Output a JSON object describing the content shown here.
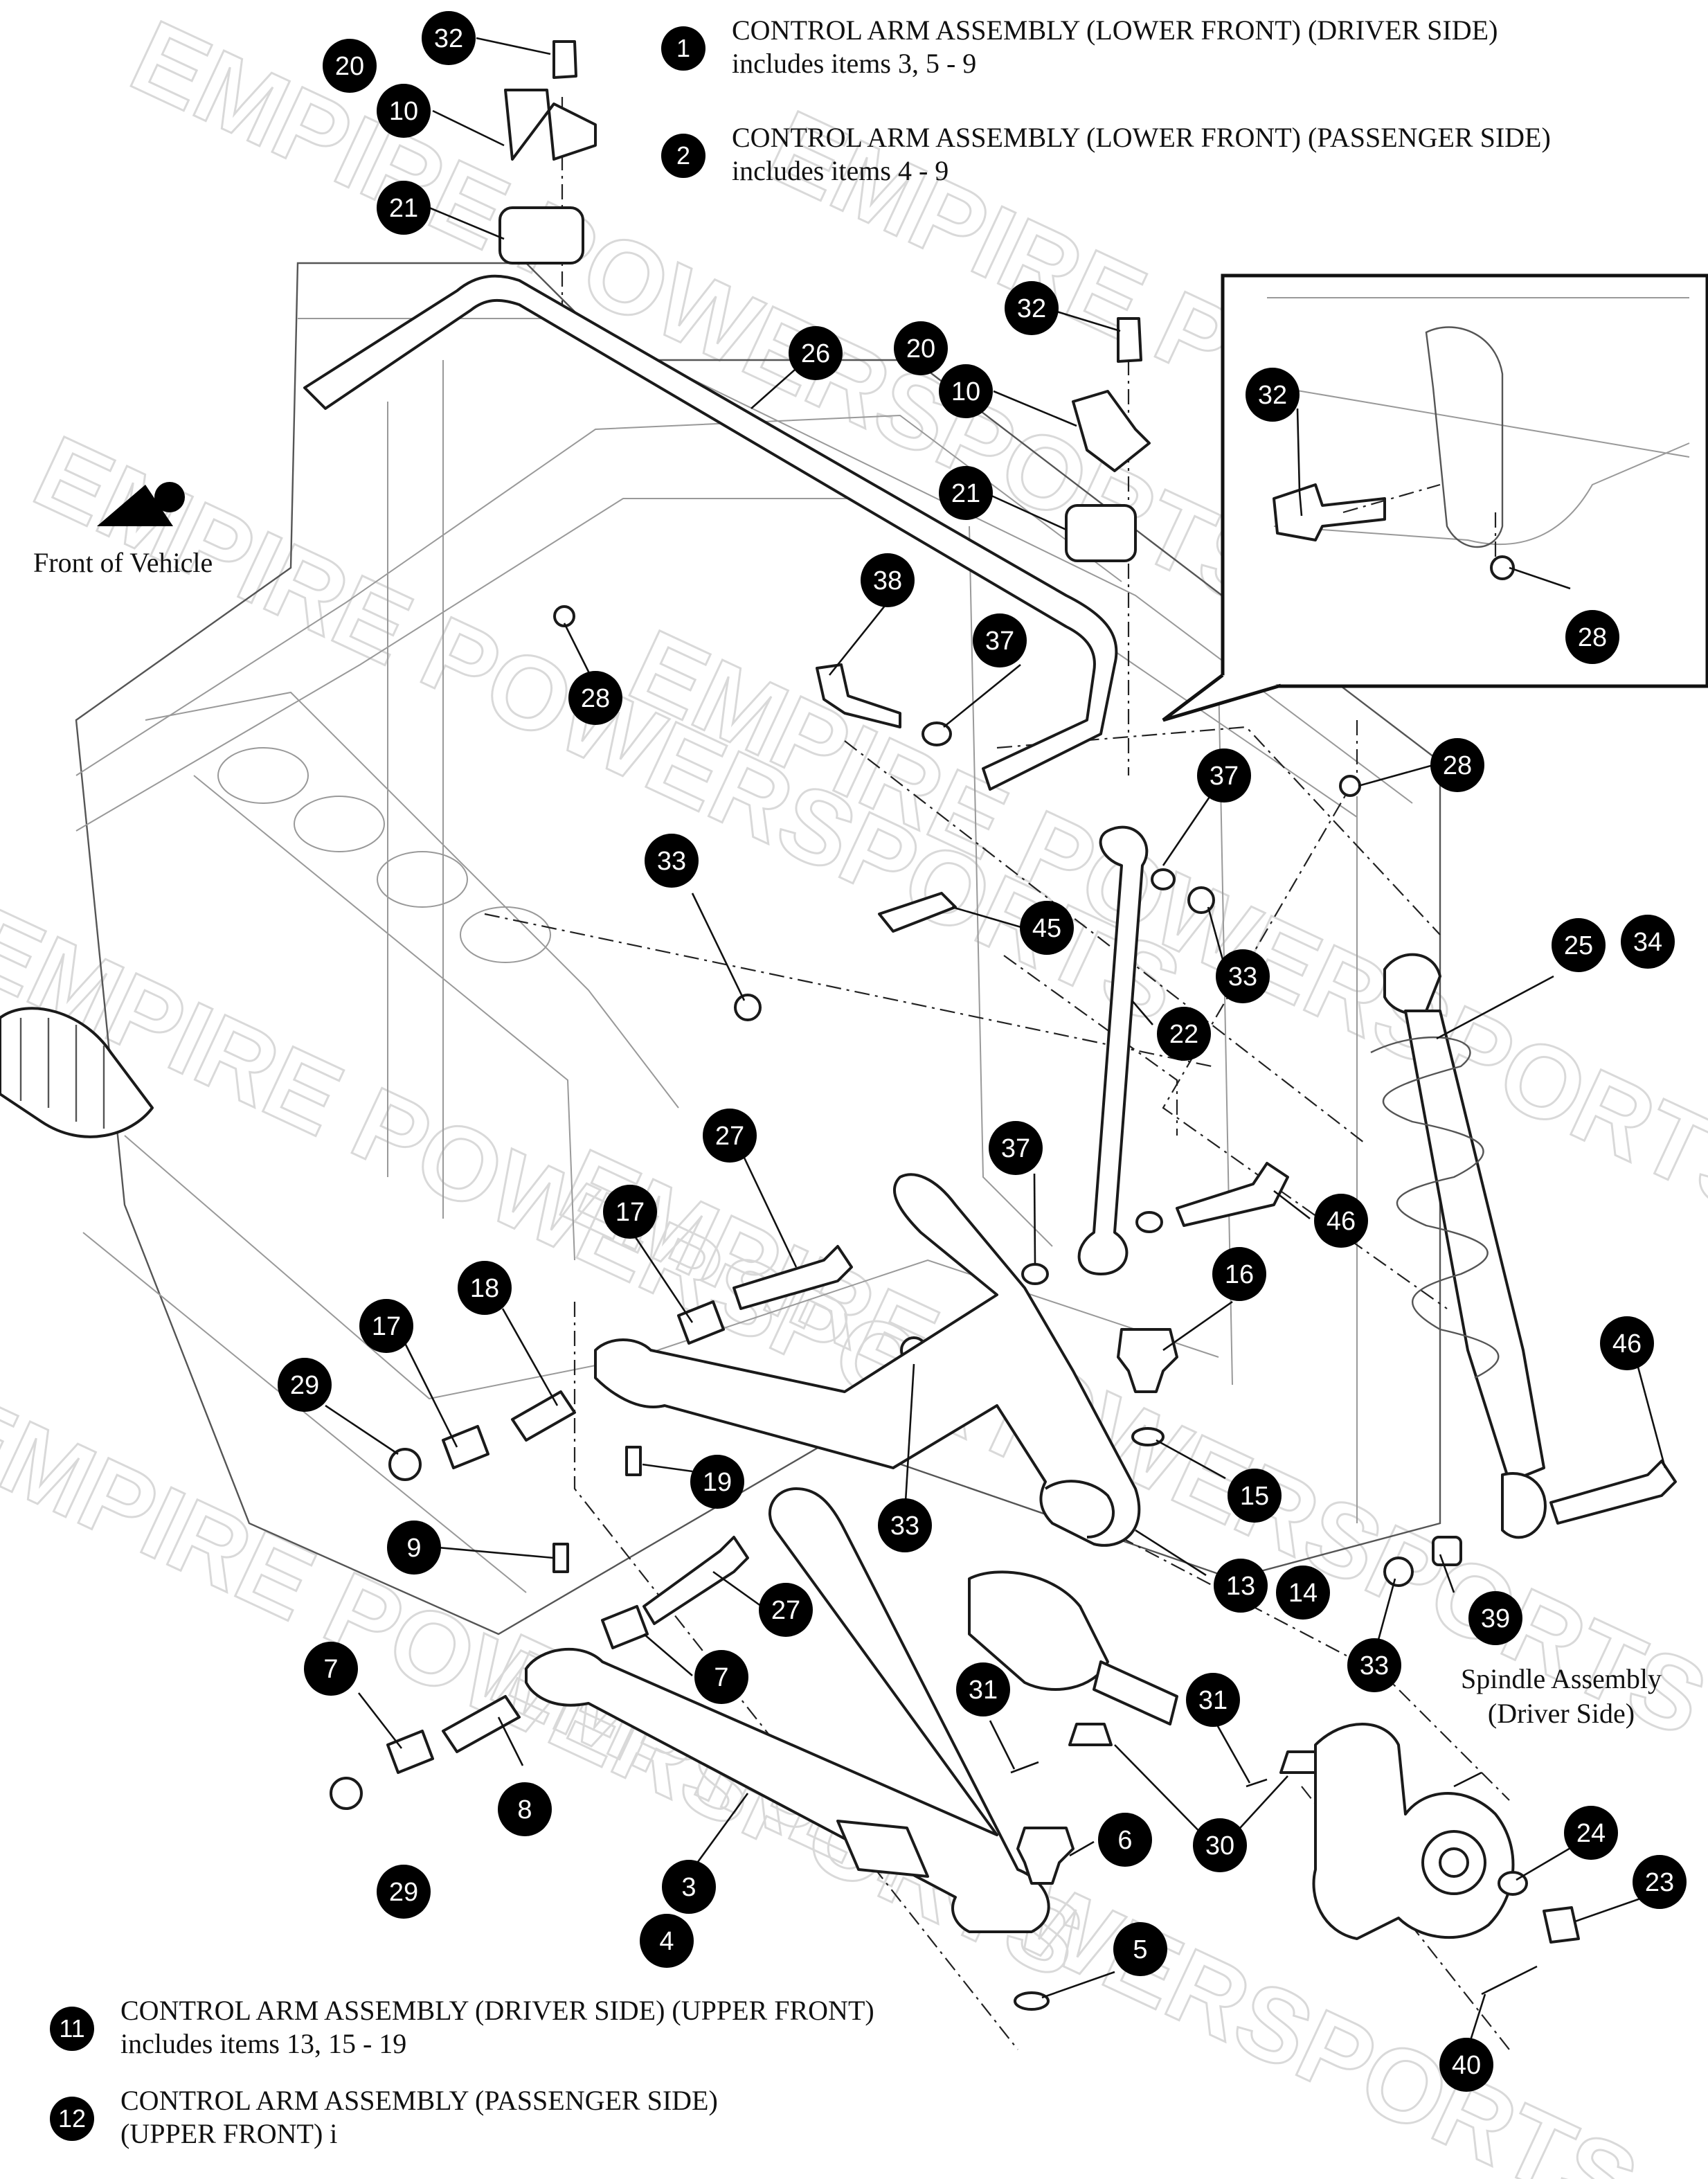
{
  "notes": [
    {
      "num": "1",
      "line1": "CONTROL ARM ASSEMBLY (LOWER FRONT) (DRIVER SIDE)",
      "line2": "includes items 3, 5 - 9"
    },
    {
      "num": "2",
      "line1": "CONTROL ARM ASSEMBLY (LOWER FRONT) (PASSENGER SIDE)",
      "line2": "includes items 4 - 9"
    },
    {
      "num": "11",
      "line1": "CONTROL ARM ASSEMBLY (DRIVER SIDE) (UPPER FRONT)",
      "line2": "includes items 13, 15 - 19"
    },
    {
      "num": "12",
      "line1": "CONTROL ARM ASSEMBLY (PASSENGER SIDE)",
      "line2": "(UPPER FRONT) i"
    }
  ],
  "labels": {
    "front_of_vehicle": "Front of Vehicle",
    "spindle_line1": "Spindle Assembly",
    "spindle_line2": "(Driver Side)"
  },
  "watermark": "EMPIRE POWERSPORTS",
  "callouts": [
    "32",
    "20",
    "10",
    "21",
    "26",
    "32",
    "20",
    "10",
    "21",
    "38",
    "37",
    "28",
    "32",
    "28",
    "28",
    "37",
    "33",
    "45",
    "33",
    "22",
    "25",
    "34",
    "27",
    "17",
    "18",
    "17",
    "29",
    "19",
    "9",
    "33",
    "37",
    "46",
    "16",
    "15",
    "13",
    "14",
    "27",
    "7",
    "7",
    "8",
    "29",
    "3",
    "4",
    "6",
    "5",
    "31",
    "31",
    "30",
    "33",
    "39",
    "46",
    "24",
    "23",
    "40"
  ]
}
